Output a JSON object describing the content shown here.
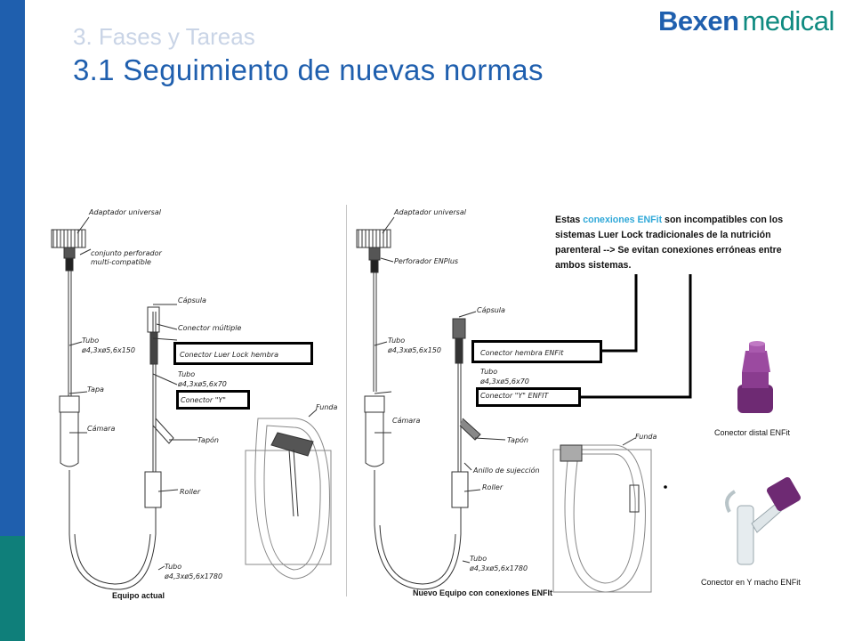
{
  "header": {
    "section": "3. Fases y Tareas",
    "title": "3.1 Seguimiento de nuevas normas",
    "logo_word1": "Bexen",
    "logo_word2": "medical"
  },
  "left_diagram": {
    "labels": {
      "adapter": "Adaptador universal",
      "perforator_1": "conjunto perforador",
      "perforator_2": "multi-compatible",
      "capsule": "Cápsula",
      "multi_connector": "Conector múltiple",
      "luer_lock": "Conector Luer Lock hembra",
      "tube_a": "Tubo",
      "tube_a_dim": "ø4,3xø5,6x150",
      "tube_b": "Tubo",
      "tube_b_dim": "ø4,3xø5,6x70",
      "y_connector": "Conector \"Y\"",
      "lid": "Tapa",
      "chamber": "Cámara",
      "cap": "Tapón",
      "sheath": "Funda",
      "roller": "Roller",
      "tube_c": "Tubo",
      "tube_c_dim": "ø4,3xø5,6x1780"
    },
    "caption": "Equipo actual"
  },
  "right_diagram": {
    "labels": {
      "adapter": "Adaptador universal",
      "perforator": "Perforador ENPlus",
      "capsule": "Cápsula",
      "tube_a": "Tubo",
      "tube_a_dim": "ø4,3xø5,6x150",
      "enfit_female": "Conector hembra ENFit",
      "tube_b": "Tubo",
      "tube_b_dim": "ø4,3xø5,6x70",
      "y_enfit": "Conector \"Y\" ENFIT",
      "chamber": "Cámara",
      "cap": "Tapón",
      "ring": "Anillo de sujección",
      "sheath": "Funda",
      "roller": "Roller",
      "tube_c": "Tubo",
      "tube_c_dim": "ø4,3xø5,6x1780"
    },
    "caption": "Nuevo Equipo con conexiones ENFIt"
  },
  "note": {
    "part1": "Estas ",
    "highlight": "conexiones ENFit",
    "part2": " son incompatibles con los sistemas Luer Lock tradicionales de la nutrición parenteral --> Se evitan conexiones erróneas entre ambos sistemas."
  },
  "products": {
    "distal": "Conector distal ENFit",
    "y_male": "Conector en Y macho ENFit"
  },
  "colors": {
    "brand_blue": "#1f5fae",
    "brand_teal": "#0f7f7a",
    "highlight": "#2fa8d8",
    "connector_purple": "#7b2e7e"
  }
}
